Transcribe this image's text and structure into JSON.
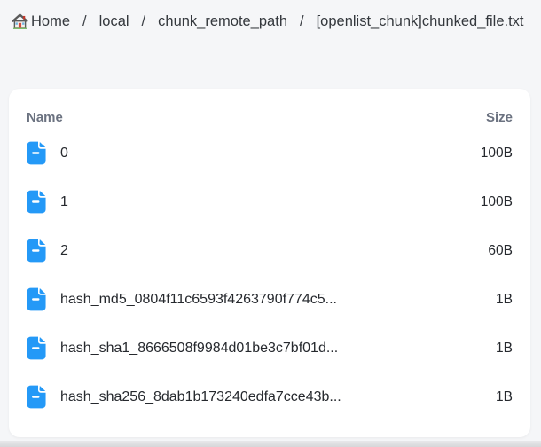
{
  "breadcrumb": {
    "separator": "/",
    "items": [
      {
        "label": "Home",
        "icon": "home-icon"
      },
      {
        "label": "local"
      },
      {
        "label": "chunk_remote_path"
      },
      {
        "label": "[openlist_chunk]chunked_file.txt"
      }
    ]
  },
  "table": {
    "headers": {
      "name": "Name",
      "size": "Size"
    },
    "rows": [
      {
        "name": "0",
        "size": "100B"
      },
      {
        "name": "1",
        "size": "100B"
      },
      {
        "name": "2",
        "size": "60B"
      },
      {
        "name": "hash_md5_0804f11c6593f4263790f774c5...",
        "size": "1B"
      },
      {
        "name": "hash_sha1_8666508f9984d01be3c7bf01d...",
        "size": "1B"
      },
      {
        "name": "hash_sha256_8dab1b173240edfa7cce43b...",
        "size": "1B"
      }
    ]
  },
  "colors": {
    "file_icon_blue": "#2499f7",
    "page_bg": "#f5f6f8",
    "card_bg": "#ffffff",
    "header_text": "#6b7280",
    "row_text": "#26292e"
  }
}
